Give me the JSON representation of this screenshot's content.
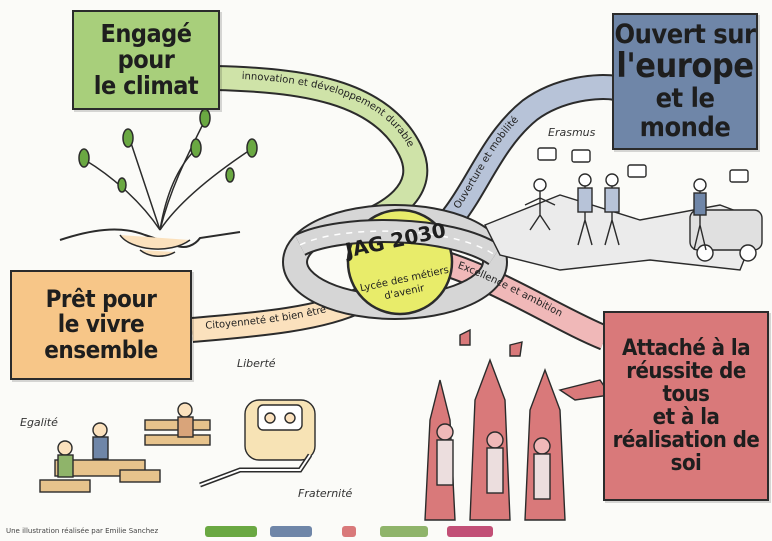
{
  "boxes": {
    "climat": {
      "line1": "Engagé pour",
      "line2": "le climat"
    },
    "europe": {
      "line1": "Ouvert sur",
      "line2": "l'europe",
      "line3": "et le monde"
    },
    "ensemble": {
      "line1": "Prêt pour",
      "line2": "le vivre ensemble"
    },
    "reussite": {
      "line1": "Attaché à la",
      "line2": "réussite de tous",
      "line3": "et à la",
      "line4": "réalisation de soi"
    }
  },
  "center": {
    "title": "JAG 2030",
    "subtitle_line1": "Lycée des métiers",
    "subtitle_line2": "d'avenir"
  },
  "roads": {
    "climat": "innovation et développement durable",
    "europe": "Ouverture et mobilité",
    "ensemble": "Citoyenneté et bien être",
    "reussite": "Excellence et ambition"
  },
  "labels": {
    "erasmus": "Erasmus",
    "liberte": "Liberté",
    "egalite": "Egalité",
    "fraternite": "Fraternité"
  },
  "footer": "Une illustration réalisée par Emilie Sanchez",
  "colors": {
    "climat": "#a8cf7b",
    "europe": "#6f86a8",
    "ensemble": "#f7c688",
    "reussite": "#d9797a",
    "center": "#e8ec6a",
    "road": "#d6d6d6"
  }
}
